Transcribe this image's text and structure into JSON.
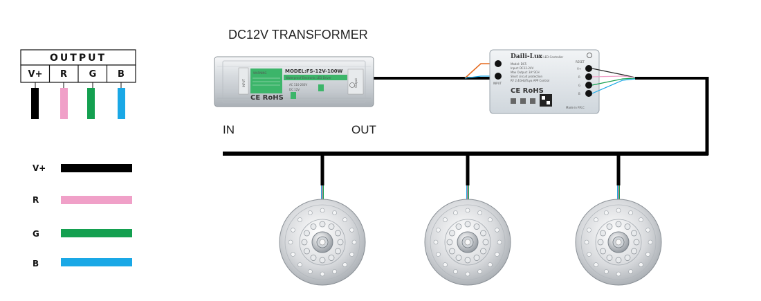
{
  "title": "DC12V TRANSFORMER",
  "labels": {
    "in": "IN",
    "out": "OUT"
  },
  "output_table": {
    "header": "OUTPUT",
    "columns": [
      "V+",
      "R",
      "G",
      "B"
    ]
  },
  "legend": [
    {
      "label": "V+",
      "color": "#000000"
    },
    {
      "label": "R",
      "color": "#f0a0c8"
    },
    {
      "label": "G",
      "color": "#14a050"
    },
    {
      "label": "B",
      "color": "#1aa8e6"
    }
  ],
  "transformer": {
    "model": "MODEL:FS-12V-100W",
    "subtitle": "Waterproof Electronic LED Driver",
    "warning": "WARNING",
    "input_tag": "INPUT",
    "output_tag": "Output",
    "cert": "CE RoHS",
    "spec_in": "AC 110-260V",
    "spec_out": "DC 12V"
  },
  "controller": {
    "brand": "Daili-Lux",
    "product": "WiFi LED Controller",
    "specs": [
      "Model: DC5",
      "Input: DC12-24V",
      "Max Output: 3A*3CH",
      "Short circuit protection",
      "RF 2.4GHz/Tuya APP Control"
    ],
    "cert": "CE RoHS",
    "origin": "Made in P.R.C",
    "reset_label": "RESET",
    "input_tag": "INPUT",
    "port_labels": [
      "V+",
      "R",
      "G",
      "B"
    ]
  },
  "lights": {
    "count": 3
  }
}
